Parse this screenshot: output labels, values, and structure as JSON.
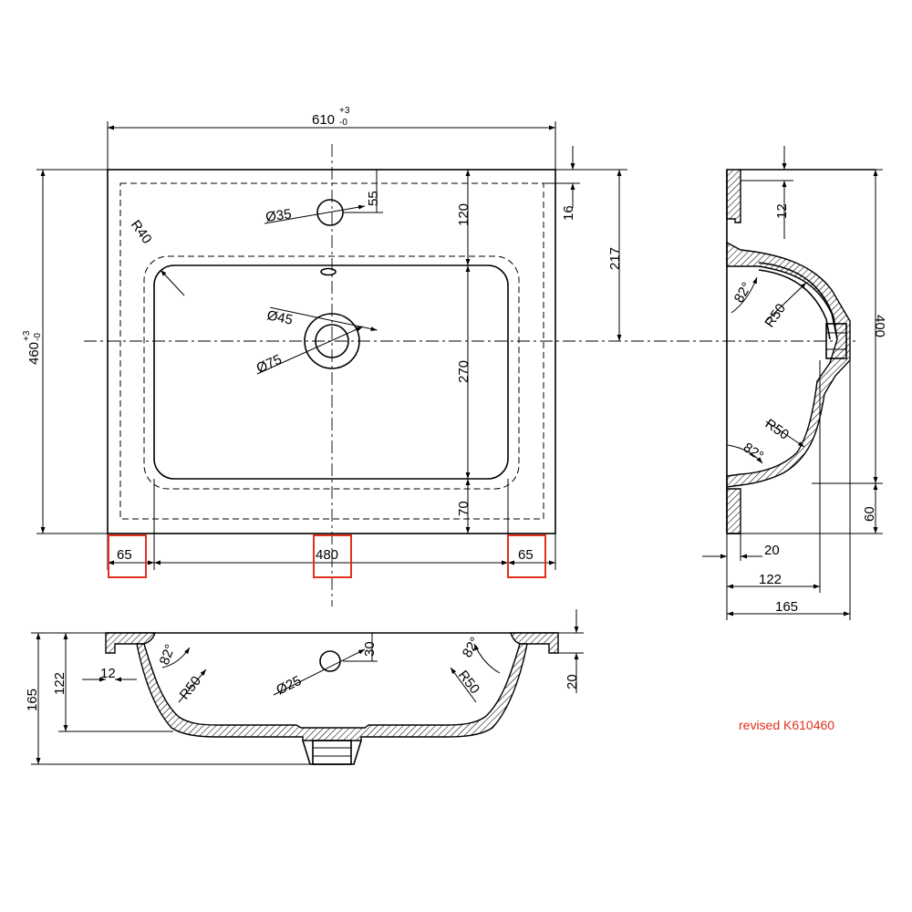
{
  "dimensions": {
    "overall_width": "610",
    "width_tol_plus": "+3",
    "width_tol_minus": "-0",
    "overall_depth": "460",
    "depth_tol_plus": "+3",
    "depth_tol_minus": "-0",
    "tap_hole_dia": "Ø35",
    "tap_hole_offset": "55",
    "tap_to_bowl": "120",
    "rim_16": "16",
    "center_217": "217",
    "bowl_radius": "R40",
    "waste_dia_45": "Ø45",
    "waste_dia_75": "Ø75",
    "bowl_depth_270": "270",
    "bowl_front_70": "70",
    "left_margin": "65",
    "bowl_width": "480",
    "right_margin": "65"
  },
  "side_view": {
    "top_12": "12",
    "height_400": "400",
    "angle_top": "82°",
    "radius_top": "R50",
    "radius_bottom": "R50",
    "angle_bottom": "82°",
    "front_60": "60",
    "d20": "20",
    "d122": "122",
    "d165": "165"
  },
  "front_view": {
    "h165": "165",
    "h122": "122",
    "d12": "12",
    "angle_left": "82°",
    "radius_left": "R50",
    "overflow_dia": "Ø25",
    "overflow_30": "30",
    "angle_right": "82°",
    "radius_right": "R50",
    "d20": "20"
  },
  "note": "revised K610460",
  "colors": {
    "line": "#000000",
    "highlight": "#e0301e"
  }
}
